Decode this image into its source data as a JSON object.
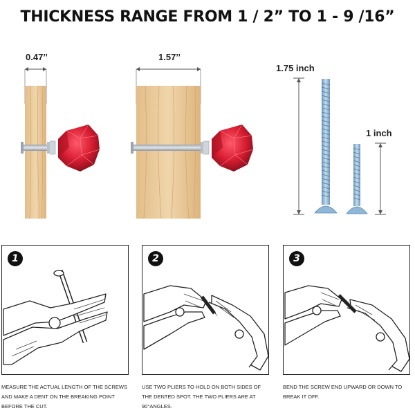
{
  "title": "THICKNESS RANGE FROM 1 / 2” TO 1 - 9 /16”",
  "dimensions": {
    "thin_board": "0.47’’",
    "thick_board": "1.57’’",
    "long_screw": "1.75 inch",
    "short_screw": "1 inch"
  },
  "steps": [
    {
      "number": "1",
      "caption": "MEASURE THE ACTUAL LENGTH OF THE SCREWS AND MAKE A DENT ON THE BREAKING POINT BEFORE THE CUT."
    },
    {
      "number": "2",
      "caption": "USE TWO PLIERS TO HOLD ON BOTH SIDES OF THE DENTED SPOT. THE TWO PLIERS ARE AT 90°ANGLES."
    },
    {
      "number": "3",
      "caption": "BEND THE SCREW END UPWARD OR DOWN TO BREAK IT OFF."
    }
  ],
  "colors": {
    "knob": "#d81e32",
    "wood": "#e8c99a",
    "screw": "#8fb8d8"
  }
}
